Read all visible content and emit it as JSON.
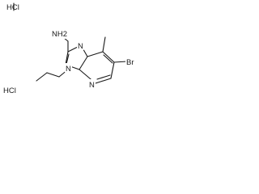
{
  "molecule": {
    "labels": {
      "hcl_top": "HCl",
      "hcl_bottom": "HCl",
      "amine": "NH2",
      "n_imidazole": "N",
      "n_propyl": "N",
      "n_pyridine": "N",
      "bromo": "Br"
    },
    "bond_color": "#1a1a1a"
  }
}
